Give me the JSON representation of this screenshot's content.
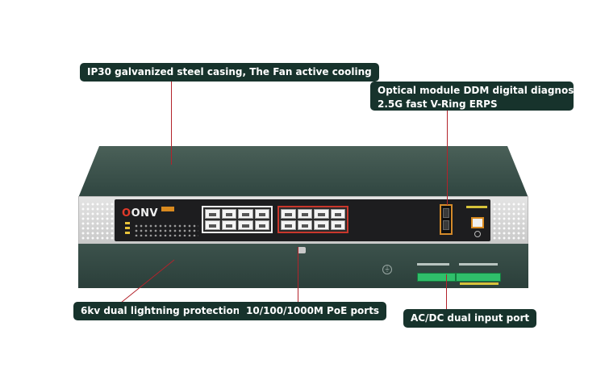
{
  "callouts": {
    "casing": "IP30 galvanized steel casing, The Fan active cooling",
    "optical_line1": "Optical module DDM digital diagnosis",
    "optical_line2": "2.5G fast V-Ring ERPS",
    "lightning": "6kv dual lightning protection",
    "poe_ports": "10/100/1000M PoE ports",
    "acdc": "AC/DC dual input port"
  },
  "device": {
    "logo": "ONV"
  },
  "colors": {
    "callout_bg": "#17332c",
    "leader_line": "#b3232b",
    "accent_orange": "#d98a1f",
    "poe_red": "#c9372c"
  },
  "icons": [
    "ground-icon"
  ]
}
